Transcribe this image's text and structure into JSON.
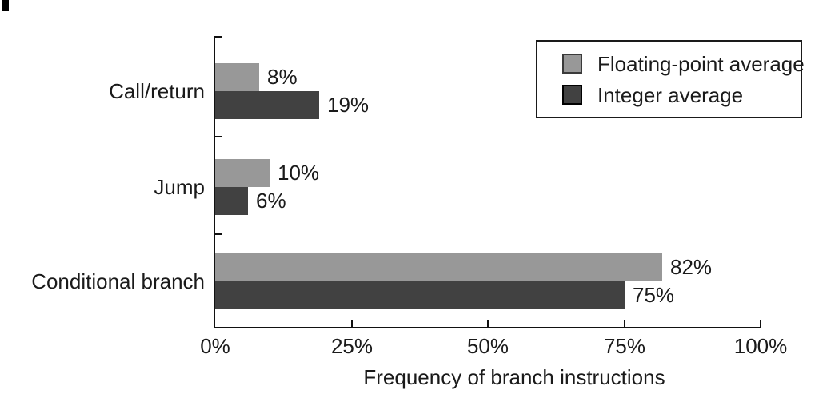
{
  "chart_data": {
    "type": "bar",
    "orientation": "horizontal",
    "title": "",
    "xlabel": "Frequency of branch instructions",
    "ylabel": "",
    "xlim": [
      0,
      100
    ],
    "grid": false,
    "x_ticks": [
      {
        "value": 0,
        "label": "0%"
      },
      {
        "value": 25,
        "label": "25%"
      },
      {
        "value": 50,
        "label": "50%"
      },
      {
        "value": 75,
        "label": "75%"
      },
      {
        "value": 100,
        "label": "100%"
      }
    ],
    "categories": [
      "Call/return",
      "Jump",
      "Conditional branch"
    ],
    "series": [
      {
        "name": "Floating-point average",
        "color": "#989898",
        "swatch_border": "#3a3a3a",
        "values": [
          8,
          10,
          82
        ],
        "labels": [
          "8%",
          "10%",
          "82%"
        ]
      },
      {
        "name": "Integer average",
        "color": "#414141",
        "swatch_border": "#000000",
        "values": [
          19,
          6,
          75
        ],
        "labels": [
          "19%",
          "6%",
          "75%"
        ]
      }
    ],
    "legend": {
      "position": "top-right"
    }
  }
}
